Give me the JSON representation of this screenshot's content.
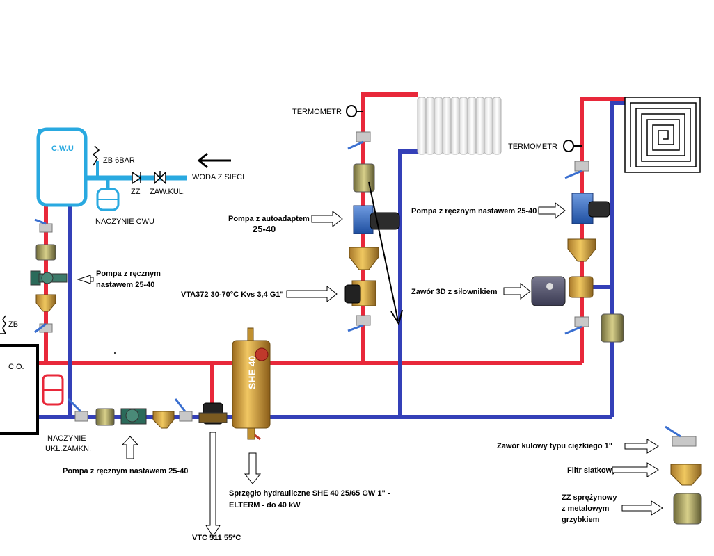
{
  "colors": {
    "hot_pipe": "#e8283a",
    "cold_pipe": "#3440b8",
    "dhw_pipe": "#29a9e0",
    "brass": "#d9a93a",
    "pump_blue": "#3d6fc7"
  },
  "labels": {
    "cwu": "C.W.U",
    "zb_6bar": "ZB 6BAR",
    "zz": "ZZ",
    "zaw_kul": "ZAW.KUL.",
    "woda_z_sieci": "WODA Z SIECI",
    "naczynie_cwu": "NACZYNIE CWU",
    "termometr_left": "TERMOMETR",
    "termometr_right": "TERMOMETR",
    "pompa_autoadaptem_line1": "Pompa z autoadaptem",
    "pompa_autoadaptem_line2": "25-40",
    "pompa_reczny_right": "Pompa z ręcznym nastawem 25-40",
    "vta372": "VTA372 30-70°C Kvs 3,4 G1\"",
    "zawor_3d": "Zawór 3D z siłownikiem",
    "pompa_reczny_left_line1": "Pompa z ręcznym",
    "pompa_reczny_left_line2": "nastawem 25-40",
    "zb": "ZB",
    "co": "C.O.",
    "naczynie_ukl_line1": "NACZYNIE",
    "naczynie_ukl_line2": "UKŁ.ZAMKN.",
    "pompa_reczny_bottom": "Pompa z ręcznym nastawem 25-40",
    "she40_body": "SHE 40",
    "sprzeglo_line1": "Sprzęgło hydrauliczne SHE 40 25/65 GW 1\" -",
    "sprzeglo_line2": "ELTERM - do 40 kW",
    "vtc511": "VTC 511 55*C"
  },
  "legend": {
    "zawor_kulowy": "Zawór kulowy typu ciężkiego 1\"",
    "filtr": "Filtr siatkowy",
    "zz_line1": "ZZ sprężynowy",
    "zz_line2": "z metalowym",
    "zz_line3": "grzybkiem"
  }
}
